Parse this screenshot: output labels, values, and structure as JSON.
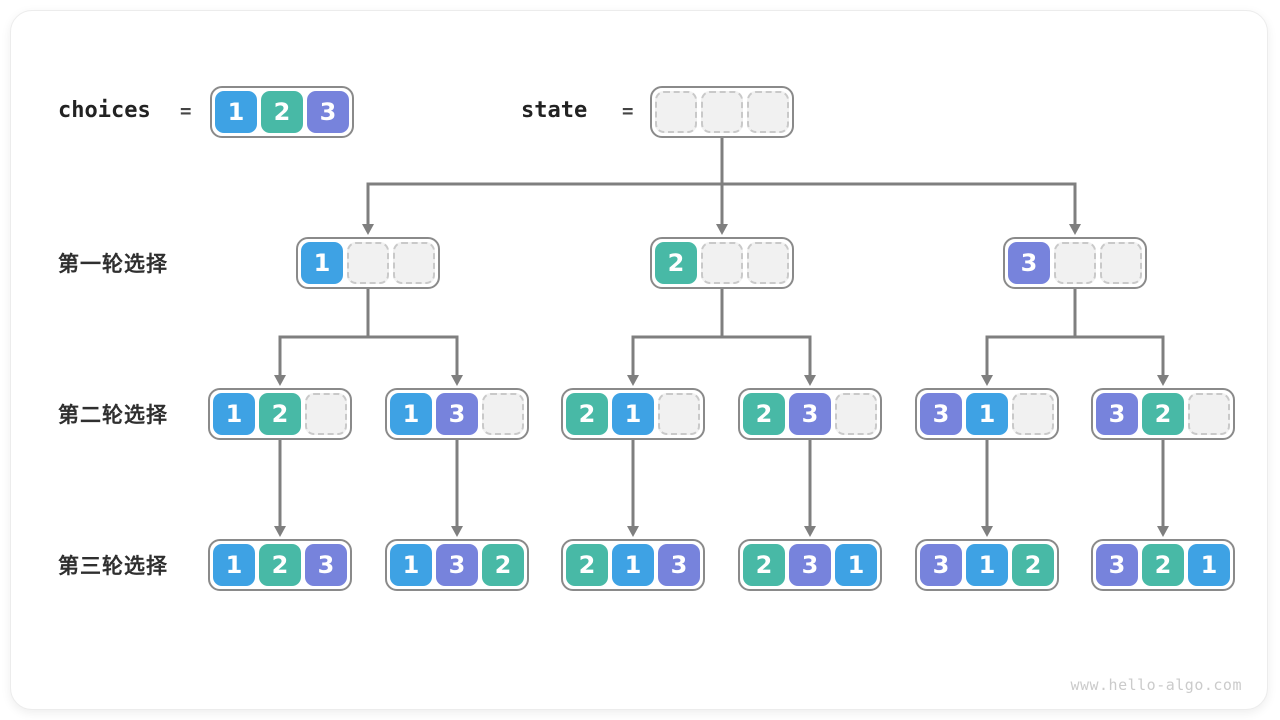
{
  "cell_colors": {
    "1": "#3ea2e4",
    "2": "#48b9a6",
    "3": "#7783dc"
  },
  "line_color": "#7f7f7f",
  "header": {
    "choices_label": "choices",
    "equals": "=",
    "choices_cells": [
      "1",
      "2",
      "3"
    ],
    "state_label": "state",
    "state_cells": [
      "",
      "",
      ""
    ]
  },
  "rows": [
    {
      "label": "第一轮选择",
      "boxes": [
        [
          "1",
          "",
          ""
        ],
        [
          "2",
          "",
          ""
        ],
        [
          "3",
          "",
          ""
        ]
      ]
    },
    {
      "label": "第二轮选择",
      "boxes": [
        [
          "1",
          "2",
          ""
        ],
        [
          "1",
          "3",
          ""
        ],
        [
          "2",
          "1",
          ""
        ],
        [
          "2",
          "3",
          ""
        ],
        [
          "3",
          "1",
          ""
        ],
        [
          "3",
          "2",
          ""
        ]
      ]
    },
    {
      "label": "第三轮选择",
      "boxes": [
        [
          "1",
          "2",
          "3"
        ],
        [
          "1",
          "3",
          "2"
        ],
        [
          "2",
          "1",
          "3"
        ],
        [
          "2",
          "3",
          "1"
        ],
        [
          "3",
          "1",
          "2"
        ],
        [
          "3",
          "2",
          "1"
        ]
      ]
    }
  ],
  "watermark": "www.hello-algo.com"
}
